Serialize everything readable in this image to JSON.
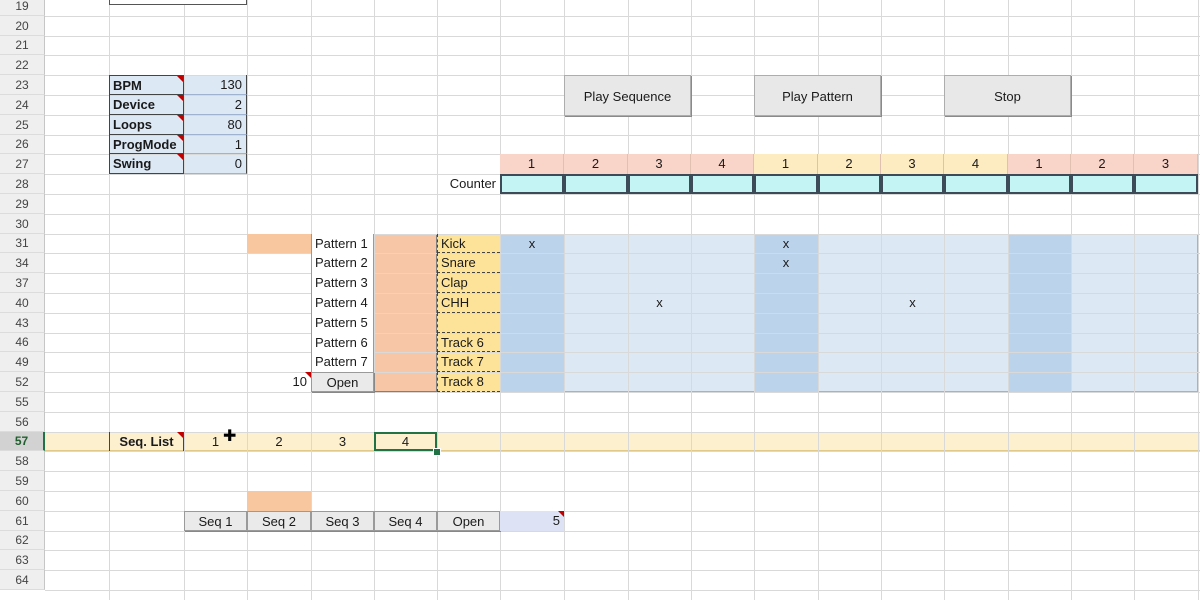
{
  "rows": [
    "19",
    "20",
    "21",
    "22",
    "23",
    "24",
    "25",
    "26",
    "27",
    "28",
    "29",
    "30",
    "31",
    "34",
    "37",
    "40",
    "43",
    "46",
    "49",
    "52",
    "55",
    "56",
    "57",
    "58",
    "59",
    "60",
    "61",
    "62",
    "63",
    "64"
  ],
  "selected_row": "57",
  "settings": [
    {
      "label": "BPM",
      "value": "130"
    },
    {
      "label": "Device",
      "value": "2"
    },
    {
      "label": "Loops",
      "value": "80"
    },
    {
      "label": "ProgMode",
      "value": "1"
    },
    {
      "label": "Swing",
      "value": "0"
    }
  ],
  "buttons": {
    "play_sequence": "Play Sequence",
    "play_pattern": "Play Pattern",
    "stop": "Stop"
  },
  "beat_numbers": [
    "1",
    "2",
    "3",
    "4",
    "1",
    "2",
    "3",
    "4",
    "1",
    "2",
    "3"
  ],
  "counter_label": "Counter",
  "patterns": [
    "Pattern 1",
    "Pattern 2",
    "Pattern 3",
    "Pattern 4",
    "Pattern 5",
    "Pattern 6",
    "Pattern 7"
  ],
  "pattern_open_value": "10",
  "pattern_open_label": "Open",
  "tracks": [
    "Kick",
    "Snare",
    "Clap",
    "CHH",
    "",
    "Track 6",
    "Track 7",
    "Track 8"
  ],
  "steps": [
    [
      "x",
      "",
      "",
      "",
      "x",
      "",
      "",
      "",
      "",
      "",
      ""
    ],
    [
      "",
      "",
      "",
      "",
      "x",
      "",
      "",
      "",
      "",
      "",
      ""
    ],
    [
      "",
      "",
      "",
      "",
      "",
      "",
      "",
      "",
      "",
      "",
      ""
    ],
    [
      "",
      "",
      "x",
      "",
      "",
      "",
      "x",
      "",
      "",
      "",
      ""
    ],
    [
      "",
      "",
      "",
      "",
      "",
      "",
      "",
      "",
      "",
      "",
      ""
    ],
    [
      "",
      "",
      "",
      "",
      "",
      "",
      "",
      "",
      "",
      "",
      ""
    ],
    [
      "",
      "",
      "",
      "",
      "",
      "",
      "",
      "",
      "",
      "",
      ""
    ],
    [
      "",
      "",
      "",
      "",
      "",
      "",
      "",
      "",
      "",
      "",
      ""
    ]
  ],
  "seq_list_label": "Seq. List",
  "seq_list_values": [
    "1",
    "2",
    "3",
    "4"
  ],
  "seq_buttons": [
    "Seq 1",
    "Seq 2",
    "Seq 3",
    "Seq 4",
    "Open"
  ],
  "seq_open_value": "5"
}
